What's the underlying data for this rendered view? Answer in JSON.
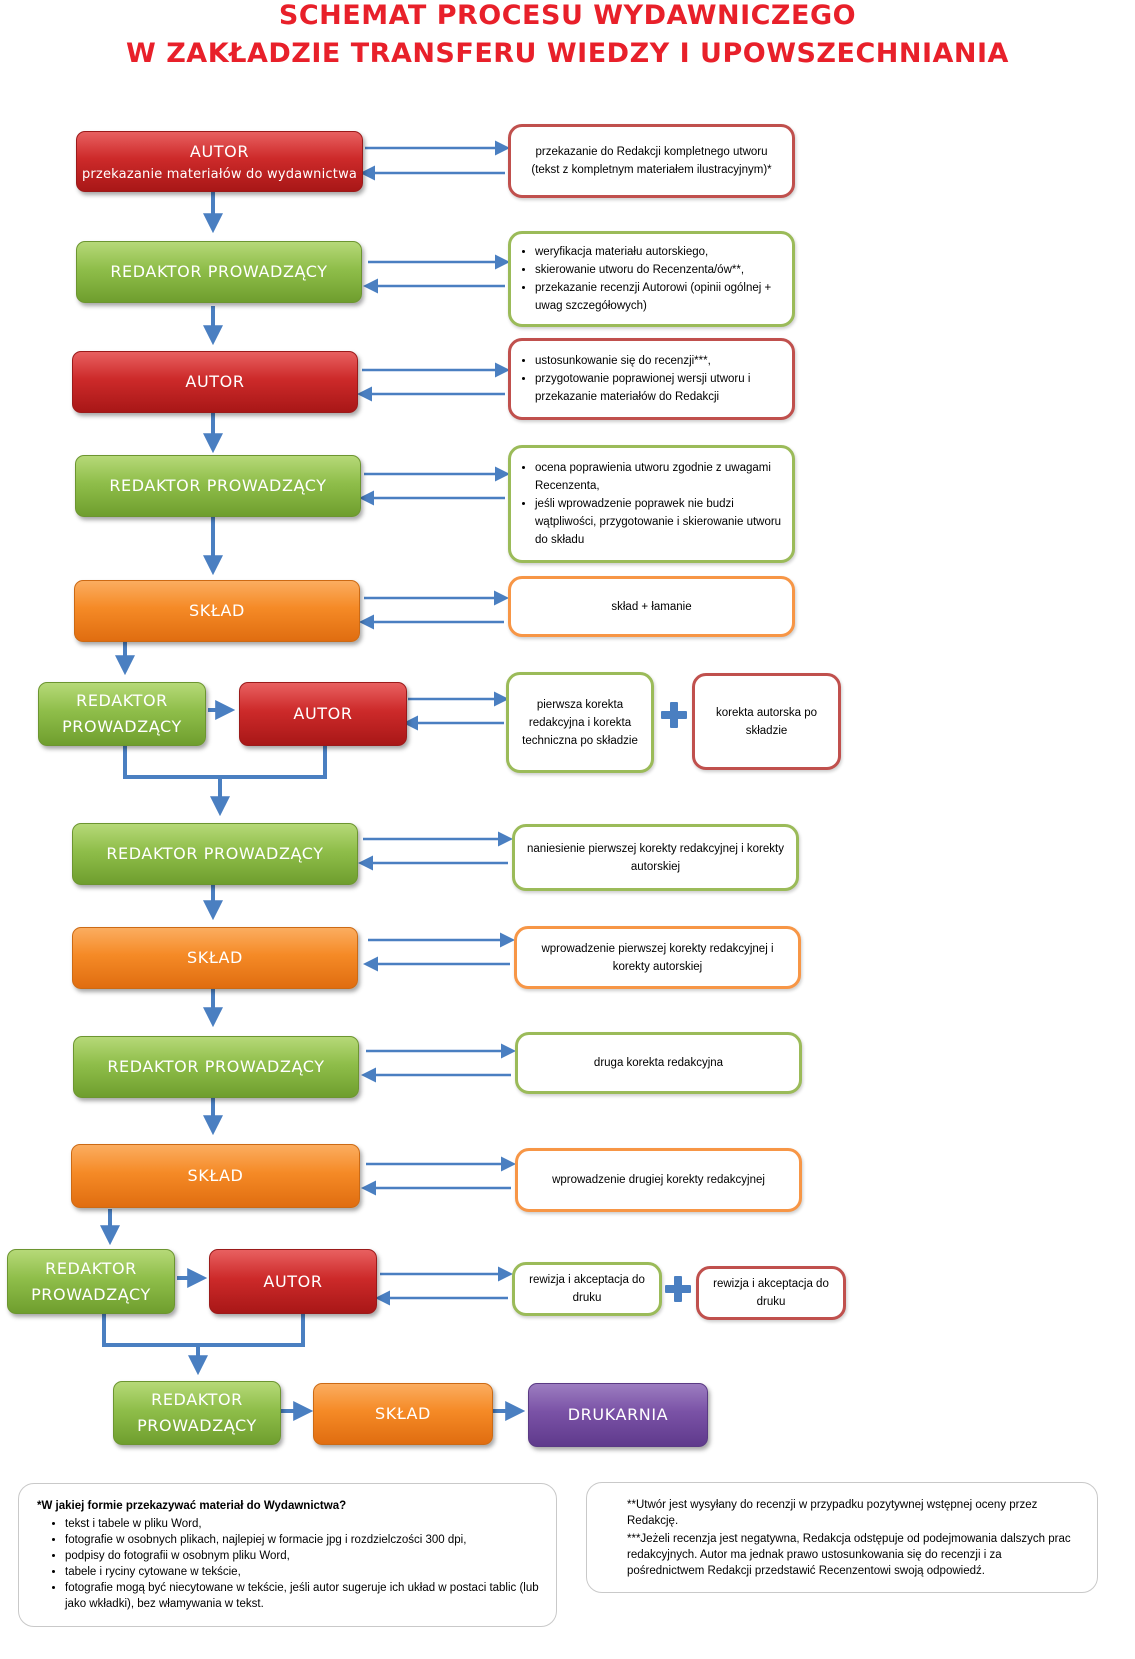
{
  "title": {
    "line1": "SCHEMAT PROCESU WYDAWNICZEGO",
    "line2": "W ZAKŁADZIE TRANSFERU WIEDZY I UPOWSZECHNIANIA"
  },
  "nodes": {
    "autor_1": {
      "label": "AUTOR",
      "sub": "przekazanie materiałów do wydawnictwa"
    },
    "redaktor_1": "REDAKTOR PROWADZĄCY",
    "autor_2": "AUTOR",
    "redaktor_2": "REDAKTOR PROWADZĄCY",
    "sklad_1": "SKŁAD",
    "redaktor_3": "REDAKTOR PROWADZĄCY",
    "autor_3": "AUTOR",
    "redaktor_4": "REDAKTOR PROWADZĄCY",
    "sklad_2": "SKŁAD",
    "redaktor_5": "REDAKTOR PROWADZĄCY",
    "sklad_3": "SKŁAD",
    "redaktor_6": "REDAKTOR PROWADZĄCY",
    "autor_4": "AUTOR",
    "redaktor_7": "REDAKTOR PROWADZĄCY",
    "sklad_4": "SKŁAD",
    "drukarnia": "DRUKARNIA"
  },
  "boxes": {
    "b1": "przekazanie do Redakcji kompletnego utworu (tekst z kompletnym materiałem ilustracyjnym)*",
    "b2": [
      "weryfikacja materiału autorskiego,",
      "skierowanie utworu do Recenzenta/ów**,",
      "przekazanie recenzji Autorowi (opinii ogólnej + uwag szczegółowych)"
    ],
    "b3": [
      "ustosunkowanie się do recenzji***,",
      "przygotowanie poprawionej wersji utworu i przekazanie materiałów do Redakcji"
    ],
    "b4": [
      "ocena poprawienia utworu  zgodnie z uwagami Recenzenta,",
      "jeśli wprowadzenie poprawek nie budzi wątpliwości, przygotowanie i skierowanie utworu do składu"
    ],
    "b5": "skład + łamanie",
    "b6a": "pierwsza korekta redakcyjna i korekta techniczna po składzie",
    "b6b": "korekta autorska po składzie",
    "b7": "naniesienie pierwszej korekty redakcyjnej i korekty autorskiej",
    "b8": "wprowadzenie pierwszej korekty redakcyjnej i korekty autorskiej",
    "b9": "druga korekta redakcyjna",
    "b10": "wprowadzenie drugiej korekty redakcyjnej",
    "b11a": "rewizja i akceptacja do druku",
    "b11b": "rewizja i akceptacja do druku"
  },
  "notes": {
    "left": {
      "heading": "*W jakiej formie przekazywać materiał do Wydawnictwa?",
      "items": [
        "tekst i tabele w pliku Word,",
        "fotografie w osobnych plikach, najlepiej w formacie jpg i rozdzielczości 300 dpi,",
        "podpisy do fotografii w osobnym pliku Word,",
        "tabele i ryciny cytowane w tekście,",
        "fotografie mogą być niecytowane w tekście, jeśli autor sugeruje ich układ w postaci tablic (lub jako wkładki), bez włamywania w tekst."
      ]
    },
    "right": {
      "note2": "**Utwór jest wysyłany do recenzji w przypadku pozytywnej wstępnej oceny przez Redakcję.",
      "note3": "***Jeżeli recenzja jest negatywna, Redakcja odstępuje od podejmowania dalszych prac redakcyjnych. Autor ma jednak prawo ustosunkowania się do recenzji i za pośrednictwem Redakcji przedstawić Recenzentowi swoją odpowiedź."
    }
  },
  "colors": {
    "title": "#e8202a",
    "red": "#cd2a2a",
    "green": "#8fbe4a",
    "orange": "#f58a26",
    "purple": "#7a52a6",
    "arrow": "#4a7fc1"
  }
}
